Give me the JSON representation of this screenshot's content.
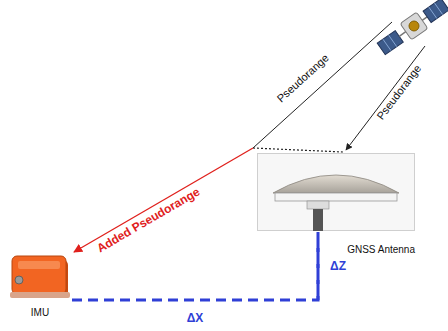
{
  "diagram": {
    "nodes": [
      {
        "text": [
          "GNSS Antenna"
        ]
      },
      {
        "text": [
          "IMU"
        ]
      }
    ],
    "edges": [
      {
        "from": 1,
        "to": 0,
        "arrow": "none",
        "label": "ΔX"
      }
    ],
    "labels": [
      "Pseudorange",
      "Pseudorange",
      "Added Pseudorange",
      "ΔZ"
    ]
  }
}
